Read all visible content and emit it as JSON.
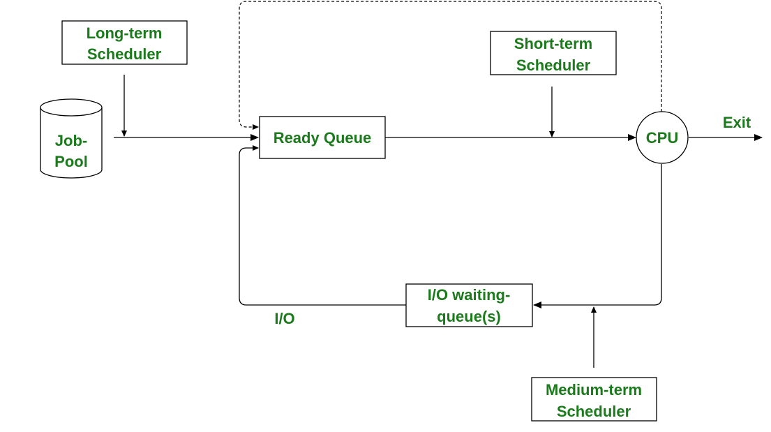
{
  "colors": {
    "label_text": "#1b7a1b",
    "stroke": "#000000",
    "background": "#ffffff"
  },
  "nodes": {
    "long_term_scheduler": [
      "Long-term",
      "Scheduler"
    ],
    "short_term_scheduler": [
      "Short-term",
      "Scheduler"
    ],
    "medium_term_scheduler": [
      "Medium-term",
      "Scheduler"
    ],
    "job_pool": [
      "Job-",
      "Pool"
    ],
    "ready_queue": "Ready Queue",
    "cpu": "CPU",
    "io_waiting_queue": [
      "I/O waiting-",
      "queue(s)"
    ]
  },
  "edge_labels": {
    "exit": "Exit",
    "io": "I/O"
  }
}
